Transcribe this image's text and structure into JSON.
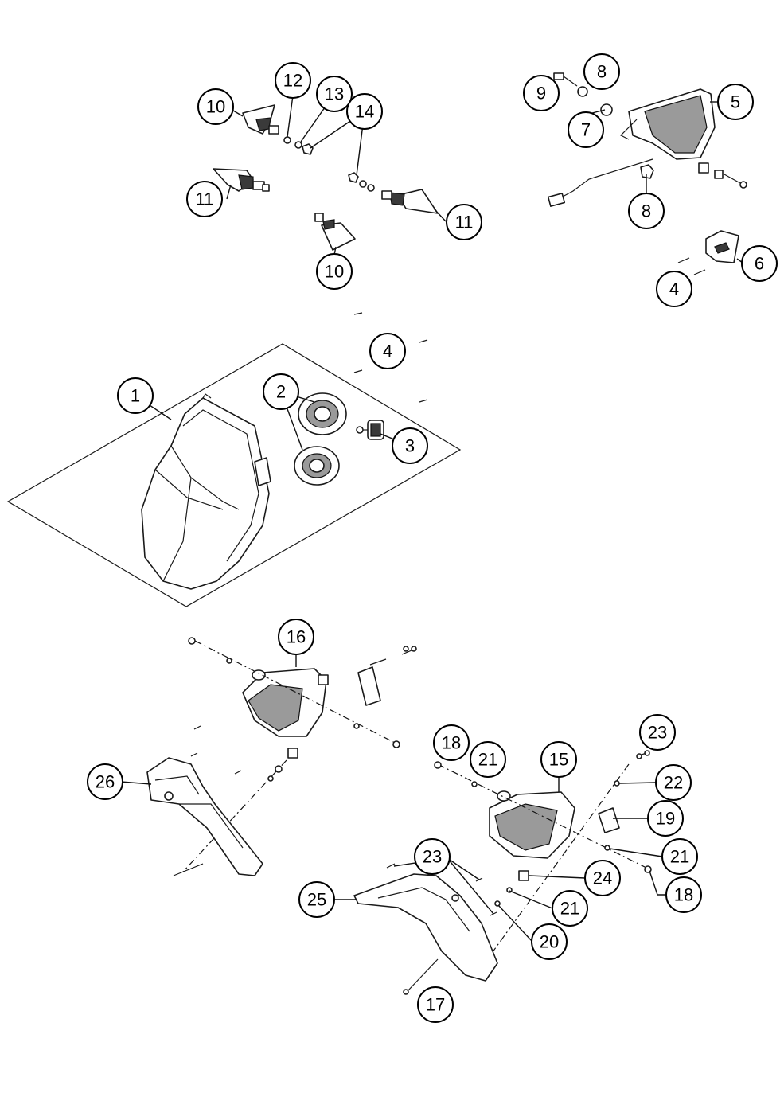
{
  "callouts": {
    "c1": "1",
    "c2": "2",
    "c3": "3",
    "c4a": "4",
    "c4b": "4",
    "c5": "5",
    "c6": "6",
    "c7": "7",
    "c8a": "8",
    "c8b": "8",
    "c9": "9",
    "c10a": "10",
    "c10b": "10",
    "c11a": "11",
    "c11b": "11",
    "c12": "12",
    "c13": "13",
    "c14": "14",
    "c15": "15",
    "c16": "16",
    "c17": "17",
    "c18a": "18",
    "c18b": "18",
    "c19": "19",
    "c20": "20",
    "c21a": "21",
    "c21b": "21",
    "c21c": "21",
    "c22": "22",
    "c23a": "23",
    "c23b": "23",
    "c24": "24",
    "c25": "25",
    "c26": "26"
  }
}
